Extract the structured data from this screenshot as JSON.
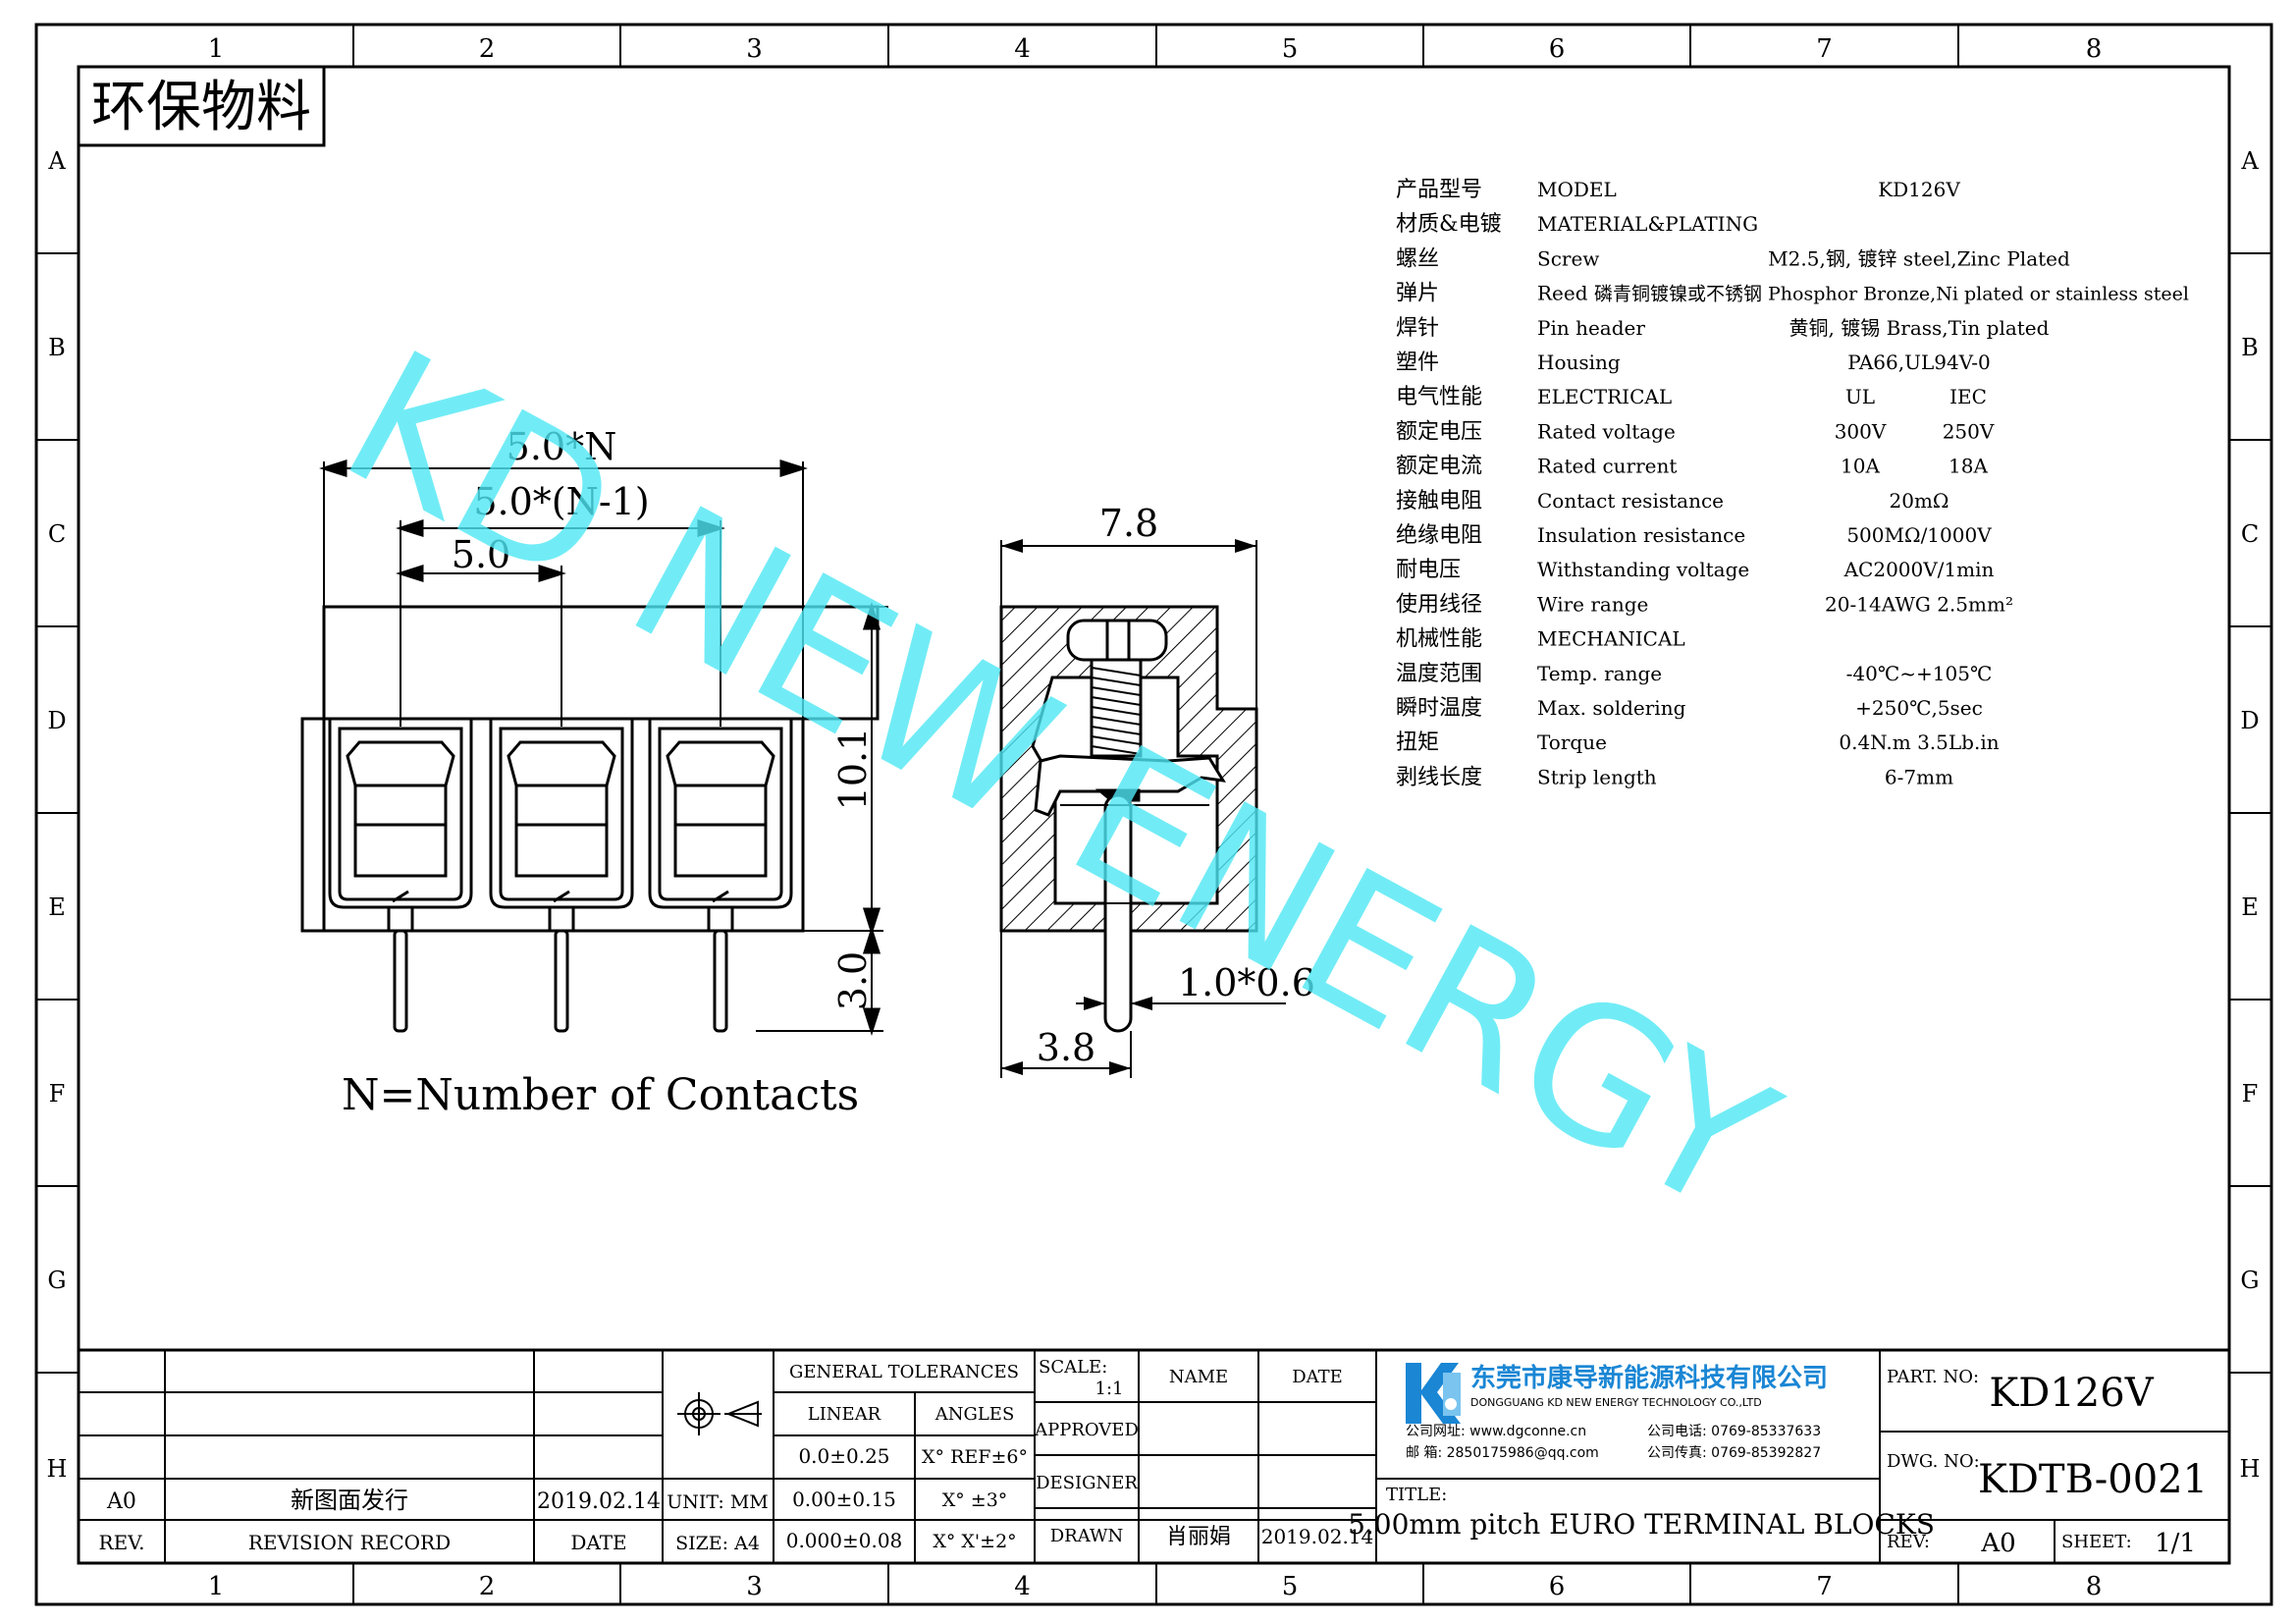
{
  "frame": {
    "col_labels": [
      "1",
      "2",
      "3",
      "4",
      "5",
      "6",
      "7",
      "8"
    ],
    "row_labels": [
      "A",
      "B",
      "C",
      "D",
      "E",
      "F",
      "G",
      "H"
    ]
  },
  "eco_stamp": "环保物料",
  "watermark": {
    "text": "KD NEW ENERGY",
    "color": "#4ee8f5"
  },
  "front_view": {
    "dim_total": "5.0*N",
    "dim_span": "5.0*(N-1)",
    "dim_pitch": "5.0",
    "dim_height": "10.1",
    "dim_pin": "3.0",
    "legend": "N=Number of Contacts"
  },
  "side_view": {
    "dim_width": "7.8",
    "dim_pin_offset": "3.8",
    "dim_pin_size": "1.0*0.6"
  },
  "specs": [
    {
      "cn": "产品型号",
      "en": "MODEL",
      "v1": "KD126V",
      "v2": ""
    },
    {
      "cn": "材质&电镀",
      "en": "MATERIAL&PLATING",
      "v1": "",
      "v2": ""
    },
    {
      "cn": "螺丝",
      "en": "Screw",
      "v1": "M2.5,钢, 镀锌 steel,Zinc Plated",
      "v2": ""
    },
    {
      "cn": "弹片",
      "en": "Reed",
      "v1": "磷青铜镀镍或不锈钢 Phosphor Bronze,Ni plated or stainless steel",
      "v2": ""
    },
    {
      "cn": "焊针",
      "en": "Pin header",
      "v1": "黄铜, 镀锡 Brass,Tin plated",
      "v2": ""
    },
    {
      "cn": "塑件",
      "en": "Housing",
      "v1": "PA66,UL94V-0",
      "v2": ""
    },
    {
      "cn": "电气性能",
      "en": "ELECTRICAL",
      "v1": "UL",
      "v2": "IEC"
    },
    {
      "cn": "额定电压",
      "en": "Rated voltage",
      "v1": "300V",
      "v2": "250V"
    },
    {
      "cn": "额定电流",
      "en": "Rated current",
      "v1": "10A",
      "v2": "18A"
    },
    {
      "cn": "接触电阻",
      "en": "Contact resistance",
      "v1": "20mΩ",
      "v2": ""
    },
    {
      "cn": "绝缘电阻",
      "en": "Insulation resistance",
      "v1": "500MΩ/1000V",
      "v2": ""
    },
    {
      "cn": "耐电压",
      "en": "Withstanding voltage",
      "v1": "AC2000V/1min",
      "v2": ""
    },
    {
      "cn": "使用线径",
      "en": "Wire range",
      "v1": "20-14AWG 2.5mm²",
      "v2": ""
    },
    {
      "cn": "机械性能",
      "en": "MECHANICAL",
      "v1": "",
      "v2": ""
    },
    {
      "cn": "温度范围",
      "en": "Temp. range",
      "v1": "-40℃~+105℃",
      "v2": ""
    },
    {
      "cn": "瞬时温度",
      "en": "Max. soldering",
      "v1": "+250℃,5sec",
      "v2": ""
    },
    {
      "cn": "扭矩",
      "en": "Torque",
      "v1": "0.4N.m 3.5Lb.in",
      "v2": ""
    },
    {
      "cn": "剥线长度",
      "en": "Strip length",
      "v1": "6-7mm",
      "v2": ""
    }
  ],
  "title_block": {
    "rev_code": "A0",
    "rev_record": "新图面发行",
    "rev_date": "2019.02.14",
    "rev_header": "REV.",
    "record_header": "REVISION RECORD",
    "date_header": "DATE",
    "unit": "UNIT: MM",
    "size": "SIZE: A4",
    "general_tolerances": "GENERAL TOLERANCES",
    "linear": "LINEAR",
    "angles": "ANGLES",
    "tol_linear": [
      "0.0±0.25",
      "0.00±0.15",
      "0.000±0.08"
    ],
    "tol_angles": [
      "X° REF±6°",
      "X° ±3°",
      "X° X'±2°"
    ],
    "scale_label": "SCALE:",
    "scale_value": "1:1",
    "name_header": "NAME",
    "date_col_header": "DATE",
    "approved": "APPROVED",
    "designer": "DESIGNER",
    "drawn": "DRAWN",
    "drawn_name": "肖丽娟",
    "drawn_date": "2019.02.14",
    "company_cn": "东莞市康导新能源科技有限公司",
    "company_en": "DONGGUANG KD NEW ENERGY TECHNOLOGY CO.,LTD",
    "website": "公司网址: www.dgconne.cn",
    "phone": "公司电话: 0769-85337633",
    "email": "邮    箱: 2850175986@qq.com",
    "fax": "公司传真: 0769-85392827",
    "title_label": "TITLE:",
    "title_value": "5.00mm pitch EURO TERMINAL BLOCKS",
    "part_no_label": "PART. NO:",
    "part_no": "KD126V",
    "dwg_no_label": "DWG. NO:",
    "dwg_no": "KDTB-0021",
    "rev_label": "REV:",
    "rev_value": "A0",
    "sheet_label": "SHEET:",
    "sheet_value": "1/1",
    "brand_color": "#1a86d4"
  }
}
